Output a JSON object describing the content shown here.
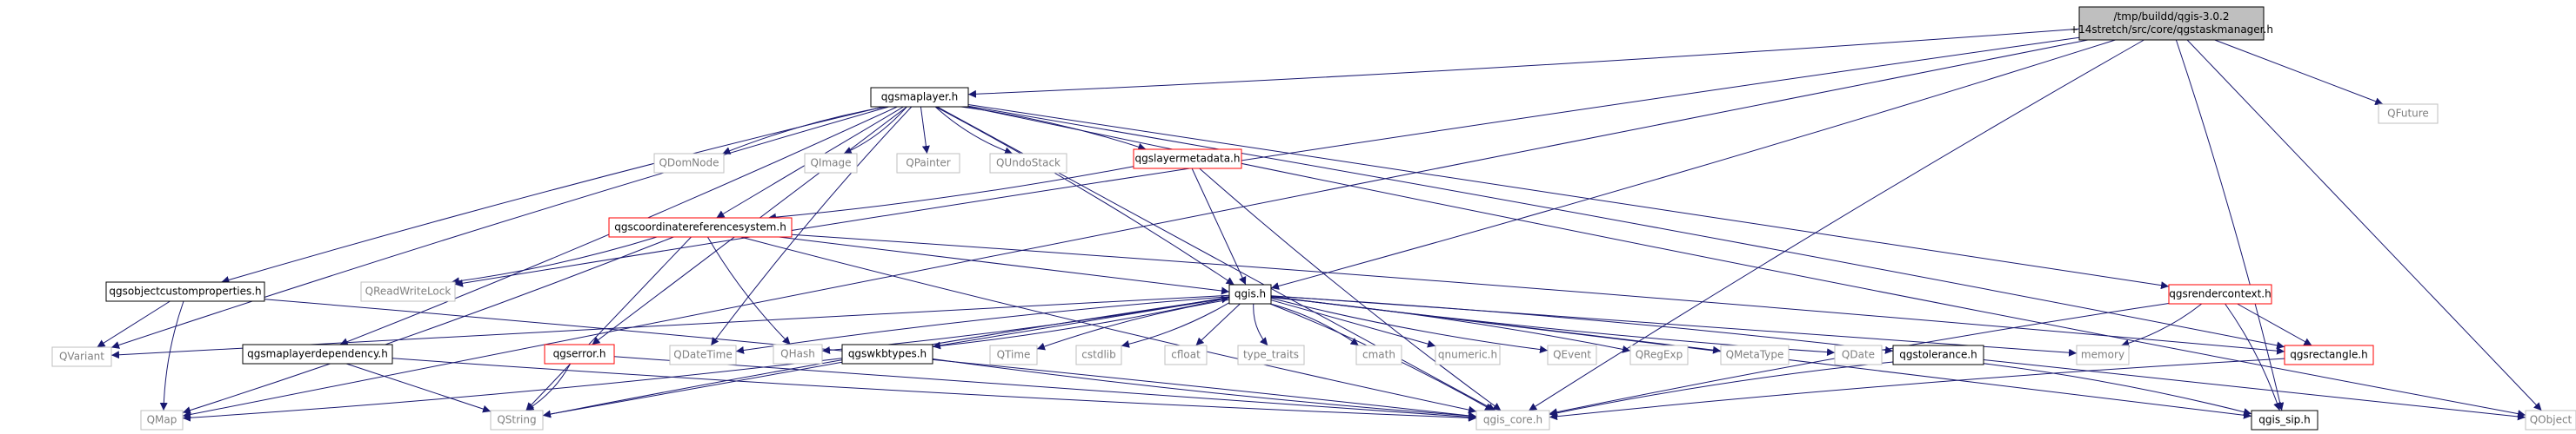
{
  "palette": {
    "edge": "#191970",
    "node_red": "#ff0000",
    "node_black": "#000000",
    "node_gray": "#bfbfbf",
    "root_fill": "#bfbfbf",
    "text_dark": "#000000",
    "text_gray": "#808080"
  },
  "graph": {
    "nodes": [
      {
        "id": "root",
        "lines": [
          "/tmp/buildd/qgis-3.0.2",
          "+14stretch/src/core/qgstaskmanager.h"
        ],
        "style": "root"
      },
      {
        "id": "qgsmaplayer",
        "lines": [
          "qgsmaplayer.h"
        ],
        "style": "black"
      },
      {
        "id": "QFuture",
        "lines": [
          "QFuture"
        ],
        "style": "gray"
      },
      {
        "id": "QDomNode",
        "lines": [
          "QDomNode"
        ],
        "style": "gray"
      },
      {
        "id": "QImage",
        "lines": [
          "QImage"
        ],
        "style": "gray"
      },
      {
        "id": "QPainter",
        "lines": [
          "QPainter"
        ],
        "style": "gray"
      },
      {
        "id": "QUndoStack",
        "lines": [
          "QUndoStack"
        ],
        "style": "gray"
      },
      {
        "id": "qgslayermetadata",
        "lines": [
          "qgslayermetadata.h"
        ],
        "style": "red"
      },
      {
        "id": "qgscrs",
        "lines": [
          "qgscoordinatereferencesystem.h"
        ],
        "style": "red"
      },
      {
        "id": "qgsobjectcustomproperties",
        "lines": [
          "qgsobjectcustomproperties.h"
        ],
        "style": "black"
      },
      {
        "id": "QReadWriteLock",
        "lines": [
          "QReadWriteLock"
        ],
        "style": "gray"
      },
      {
        "id": "qgis",
        "lines": [
          "qgis.h"
        ],
        "style": "black"
      },
      {
        "id": "qgsrendercontext",
        "lines": [
          "qgsrendercontext.h"
        ],
        "style": "red"
      },
      {
        "id": "QVariant",
        "lines": [
          "QVariant"
        ],
        "style": "gray"
      },
      {
        "id": "qgsmaplayerdependency",
        "lines": [
          "qgsmaplayerdependency.h"
        ],
        "style": "black"
      },
      {
        "id": "qgserror",
        "lines": [
          "qgserror.h"
        ],
        "style": "red"
      },
      {
        "id": "QDateTime",
        "lines": [
          "QDateTime"
        ],
        "style": "gray"
      },
      {
        "id": "QHash",
        "lines": [
          "QHash"
        ],
        "style": "gray"
      },
      {
        "id": "qgswkbtypes",
        "lines": [
          "qgswkbtypes.h"
        ],
        "style": "black"
      },
      {
        "id": "QTime",
        "lines": [
          "QTime"
        ],
        "style": "gray"
      },
      {
        "id": "cstdlib",
        "lines": [
          "cstdlib"
        ],
        "style": "gray"
      },
      {
        "id": "cfloat",
        "lines": [
          "cfloat"
        ],
        "style": "gray"
      },
      {
        "id": "type_traits",
        "lines": [
          "type_traits"
        ],
        "style": "gray"
      },
      {
        "id": "cmath",
        "lines": [
          "cmath"
        ],
        "style": "gray"
      },
      {
        "id": "qnumeric",
        "lines": [
          "qnumeric.h"
        ],
        "style": "gray"
      },
      {
        "id": "QEvent",
        "lines": [
          "QEvent"
        ],
        "style": "gray"
      },
      {
        "id": "QRegExp",
        "lines": [
          "QRegExp"
        ],
        "style": "gray"
      },
      {
        "id": "QMetaType",
        "lines": [
          "QMetaType"
        ],
        "style": "gray"
      },
      {
        "id": "QDate",
        "lines": [
          "QDate"
        ],
        "style": "gray"
      },
      {
        "id": "qgstolerance",
        "lines": [
          "qgstolerance.h"
        ],
        "style": "black"
      },
      {
        "id": "memory",
        "lines": [
          "memory"
        ],
        "style": "gray"
      },
      {
        "id": "qgsrectangle",
        "lines": [
          "qgsrectangle.h"
        ],
        "style": "red"
      },
      {
        "id": "QMap",
        "lines": [
          "QMap"
        ],
        "style": "gray"
      },
      {
        "id": "QString",
        "lines": [
          "QString"
        ],
        "style": "gray"
      },
      {
        "id": "qgis_core",
        "lines": [
          "qgis_core.h"
        ],
        "style": "gray"
      },
      {
        "id": "qgis_sip",
        "lines": [
          "qgis_sip.h"
        ],
        "style": "black"
      },
      {
        "id": "QObject",
        "lines": [
          "QObject"
        ],
        "style": "gray"
      }
    ],
    "edges": [
      [
        "root",
        "qgsmaplayer"
      ],
      [
        "root",
        "QFuture"
      ],
      [
        "root",
        "QReadWriteLock"
      ],
      [
        "root",
        "qgis"
      ],
      [
        "root",
        "QMap"
      ],
      [
        "root",
        "qgis_core"
      ],
      [
        "root",
        "qgis_sip"
      ],
      [
        "root",
        "QObject"
      ],
      [
        "qgsmaplayer",
        "QDomNode"
      ],
      [
        "qgsmaplayer",
        "QImage"
      ],
      [
        "qgsmaplayer",
        "QPainter"
      ],
      [
        "qgsmaplayer",
        "QUndoStack"
      ],
      [
        "qgsmaplayer",
        "qgslayermetadata"
      ],
      [
        "qgsmaplayer",
        "qgscrs"
      ],
      [
        "qgsmaplayer",
        "qgsobjectcustomproperties"
      ],
      [
        "qgsmaplayer",
        "qgis"
      ],
      [
        "qgsmaplayer",
        "qgsrendercontext"
      ],
      [
        "qgsmaplayer",
        "QVariant"
      ],
      [
        "qgsmaplayer",
        "qgsmaplayerdependency"
      ],
      [
        "qgsmaplayer",
        "qgserror"
      ],
      [
        "qgsmaplayer",
        "QDateTime"
      ],
      [
        "qgsmaplayer",
        "qgsrectangle"
      ],
      [
        "qgsmaplayer",
        "qgis_core"
      ],
      [
        "qgsmaplayer",
        "QObject"
      ],
      [
        "qgslayermetadata",
        "qgscrs"
      ],
      [
        "qgslayermetadata",
        "qgis"
      ],
      [
        "qgslayermetadata",
        "qgis_core"
      ],
      [
        "qgscrs",
        "QReadWriteLock"
      ],
      [
        "qgscrs",
        "qgis"
      ],
      [
        "qgscrs",
        "QHash"
      ],
      [
        "qgscrs",
        "QMap"
      ],
      [
        "qgscrs",
        "QString"
      ],
      [
        "qgscrs",
        "qgis_core"
      ],
      [
        "qgscrs",
        "qgsrectangle"
      ],
      [
        "qgsobjectcustomproperties",
        "QVariant"
      ],
      [
        "qgsobjectcustomproperties",
        "QMap"
      ],
      [
        "qgsobjectcustomproperties",
        "qgis_core"
      ],
      [
        "qgis",
        "QVariant"
      ],
      [
        "qgis",
        "QDateTime"
      ],
      [
        "qgis",
        "QHash"
      ],
      [
        "qgis",
        "qgswkbtypes"
      ],
      [
        "qgis",
        "QTime"
      ],
      [
        "qgis",
        "cstdlib"
      ],
      [
        "qgis",
        "cfloat"
      ],
      [
        "qgis",
        "type_traits"
      ],
      [
        "qgis",
        "cmath"
      ],
      [
        "qgis",
        "qnumeric"
      ],
      [
        "qgis",
        "QEvent"
      ],
      [
        "qgis",
        "QRegExp"
      ],
      [
        "qgis",
        "QMetaType"
      ],
      [
        "qgis",
        "QDate"
      ],
      [
        "qgis",
        "qgstolerance"
      ],
      [
        "qgis",
        "memory"
      ],
      [
        "qgis",
        "QString"
      ],
      [
        "qgis",
        "qgis_core"
      ],
      [
        "qgis",
        "qgis_sip"
      ],
      [
        "qgswkbtypes",
        "qgis"
      ],
      [
        "qgswkbtypes",
        "QMap"
      ],
      [
        "qgswkbtypes",
        "QString"
      ],
      [
        "qgswkbtypes",
        "qgis_core"
      ],
      [
        "qgsrendercontext",
        "memory"
      ],
      [
        "qgsrendercontext",
        "qgsrectangle"
      ],
      [
        "qgsrendercontext",
        "qgis_core"
      ],
      [
        "qgsrendercontext",
        "qgis_sip"
      ],
      [
        "qgsmaplayerdependency",
        "QString"
      ],
      [
        "qgsmaplayerdependency",
        "qgis_core"
      ],
      [
        "qgserror",
        "QString"
      ],
      [
        "qgserror",
        "qgis_core"
      ],
      [
        "qgstolerance",
        "qgis_core"
      ],
      [
        "qgstolerance",
        "qgis_sip"
      ],
      [
        "qgstolerance",
        "QObject"
      ],
      [
        "qgsrectangle",
        "qgis_core"
      ]
    ]
  }
}
